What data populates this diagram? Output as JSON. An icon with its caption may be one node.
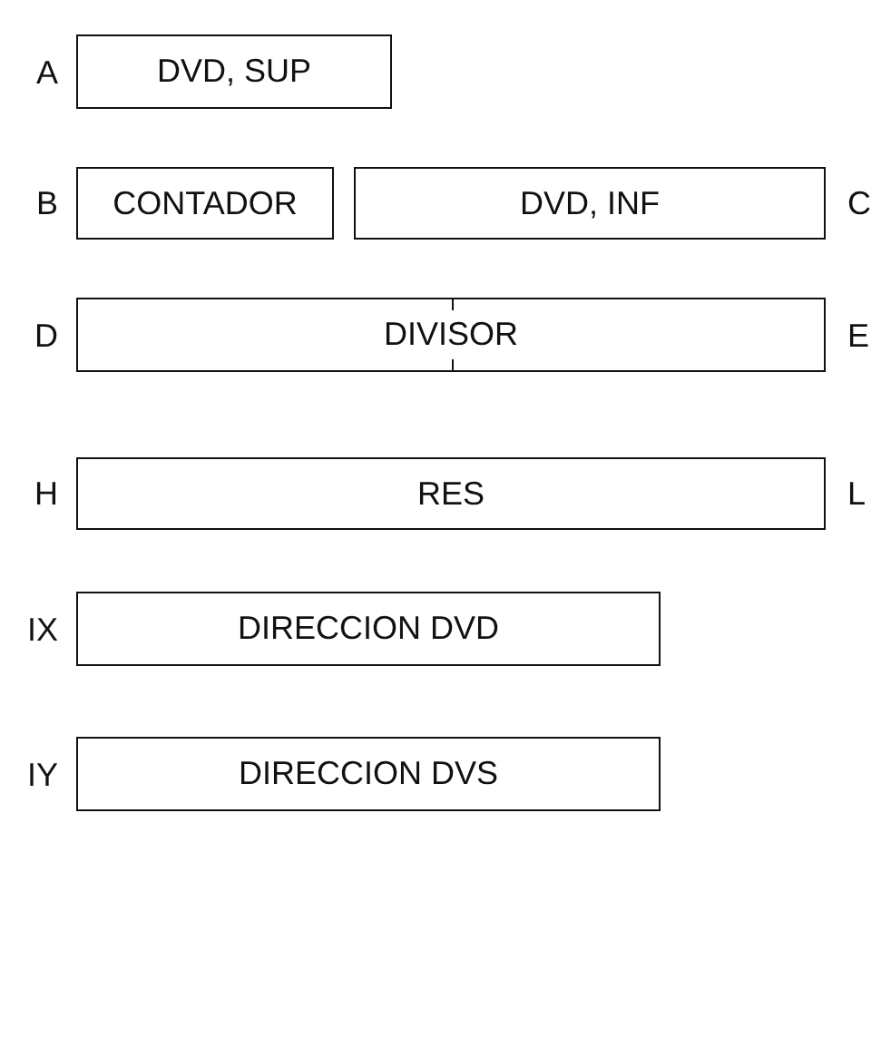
{
  "diagram": {
    "nodes": [
      {
        "text": [
          "DVD, SUP"
        ],
        "beside": [
          "A"
        ]
      },
      {
        "text": [
          "CONTADOR"
        ],
        "beside": [
          "B"
        ]
      },
      {
        "text": [
          "DVD, INF"
        ],
        "beside": [
          "C"
        ]
      },
      {
        "text": [
          "DIVISOR"
        ],
        "beside": [
          "D",
          "E"
        ]
      },
      {
        "text": [
          "RES"
        ],
        "beside": [
          "H",
          "L"
        ]
      },
      {
        "text": [
          "DIRECCION DVD"
        ],
        "beside": [
          "IX"
        ]
      },
      {
        "text": [
          "DIRECCION DVS"
        ],
        "beside": [
          "IY"
        ]
      }
    ]
  }
}
